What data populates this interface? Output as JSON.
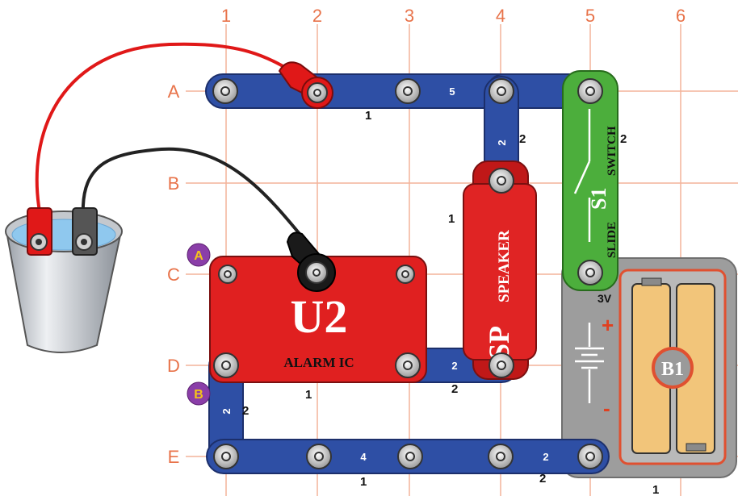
{
  "grid": {
    "columns": [
      "1",
      "2",
      "3",
      "4",
      "5",
      "6"
    ],
    "rows": [
      "A",
      "B",
      "C",
      "D",
      "E"
    ]
  },
  "colors": {
    "grid": "#f0a080",
    "wire": "#2e4fa5",
    "alarm_ic": "#e02020",
    "speaker": "#e02020",
    "switch": "#4cae3c",
    "battery_tray": "#a8a8a8",
    "battery": "#f0c070",
    "probe_red": "#e01818",
    "probe_black": "#222222",
    "marker": "#8a3ea8"
  },
  "components": {
    "u2": {
      "label": "U2",
      "sublabel": "ALARM IC",
      "level": "1"
    },
    "speaker": {
      "code": "SP",
      "name": "SPEAKER",
      "level": "1"
    },
    "switch": {
      "code": "S1",
      "name1": "SLIDE",
      "name2": "SWITCH",
      "level": "2"
    },
    "battery": {
      "code": "B1",
      "voltage": "3V",
      "plus": "+",
      "minus": "-",
      "level": "1"
    }
  },
  "wires": {
    "a_top": {
      "num": "5",
      "level": "1"
    },
    "a_vertical": {
      "num": "2",
      "level": "2"
    },
    "d_link": {
      "num": "2",
      "level": "2"
    },
    "left_vertical": {
      "num": "2",
      "level": "2"
    },
    "e_bottom": {
      "num": "4",
      "level": "1"
    },
    "e_right": {
      "num": "2",
      "level": "2"
    }
  },
  "markers": {
    "a": "A",
    "b": "B"
  }
}
